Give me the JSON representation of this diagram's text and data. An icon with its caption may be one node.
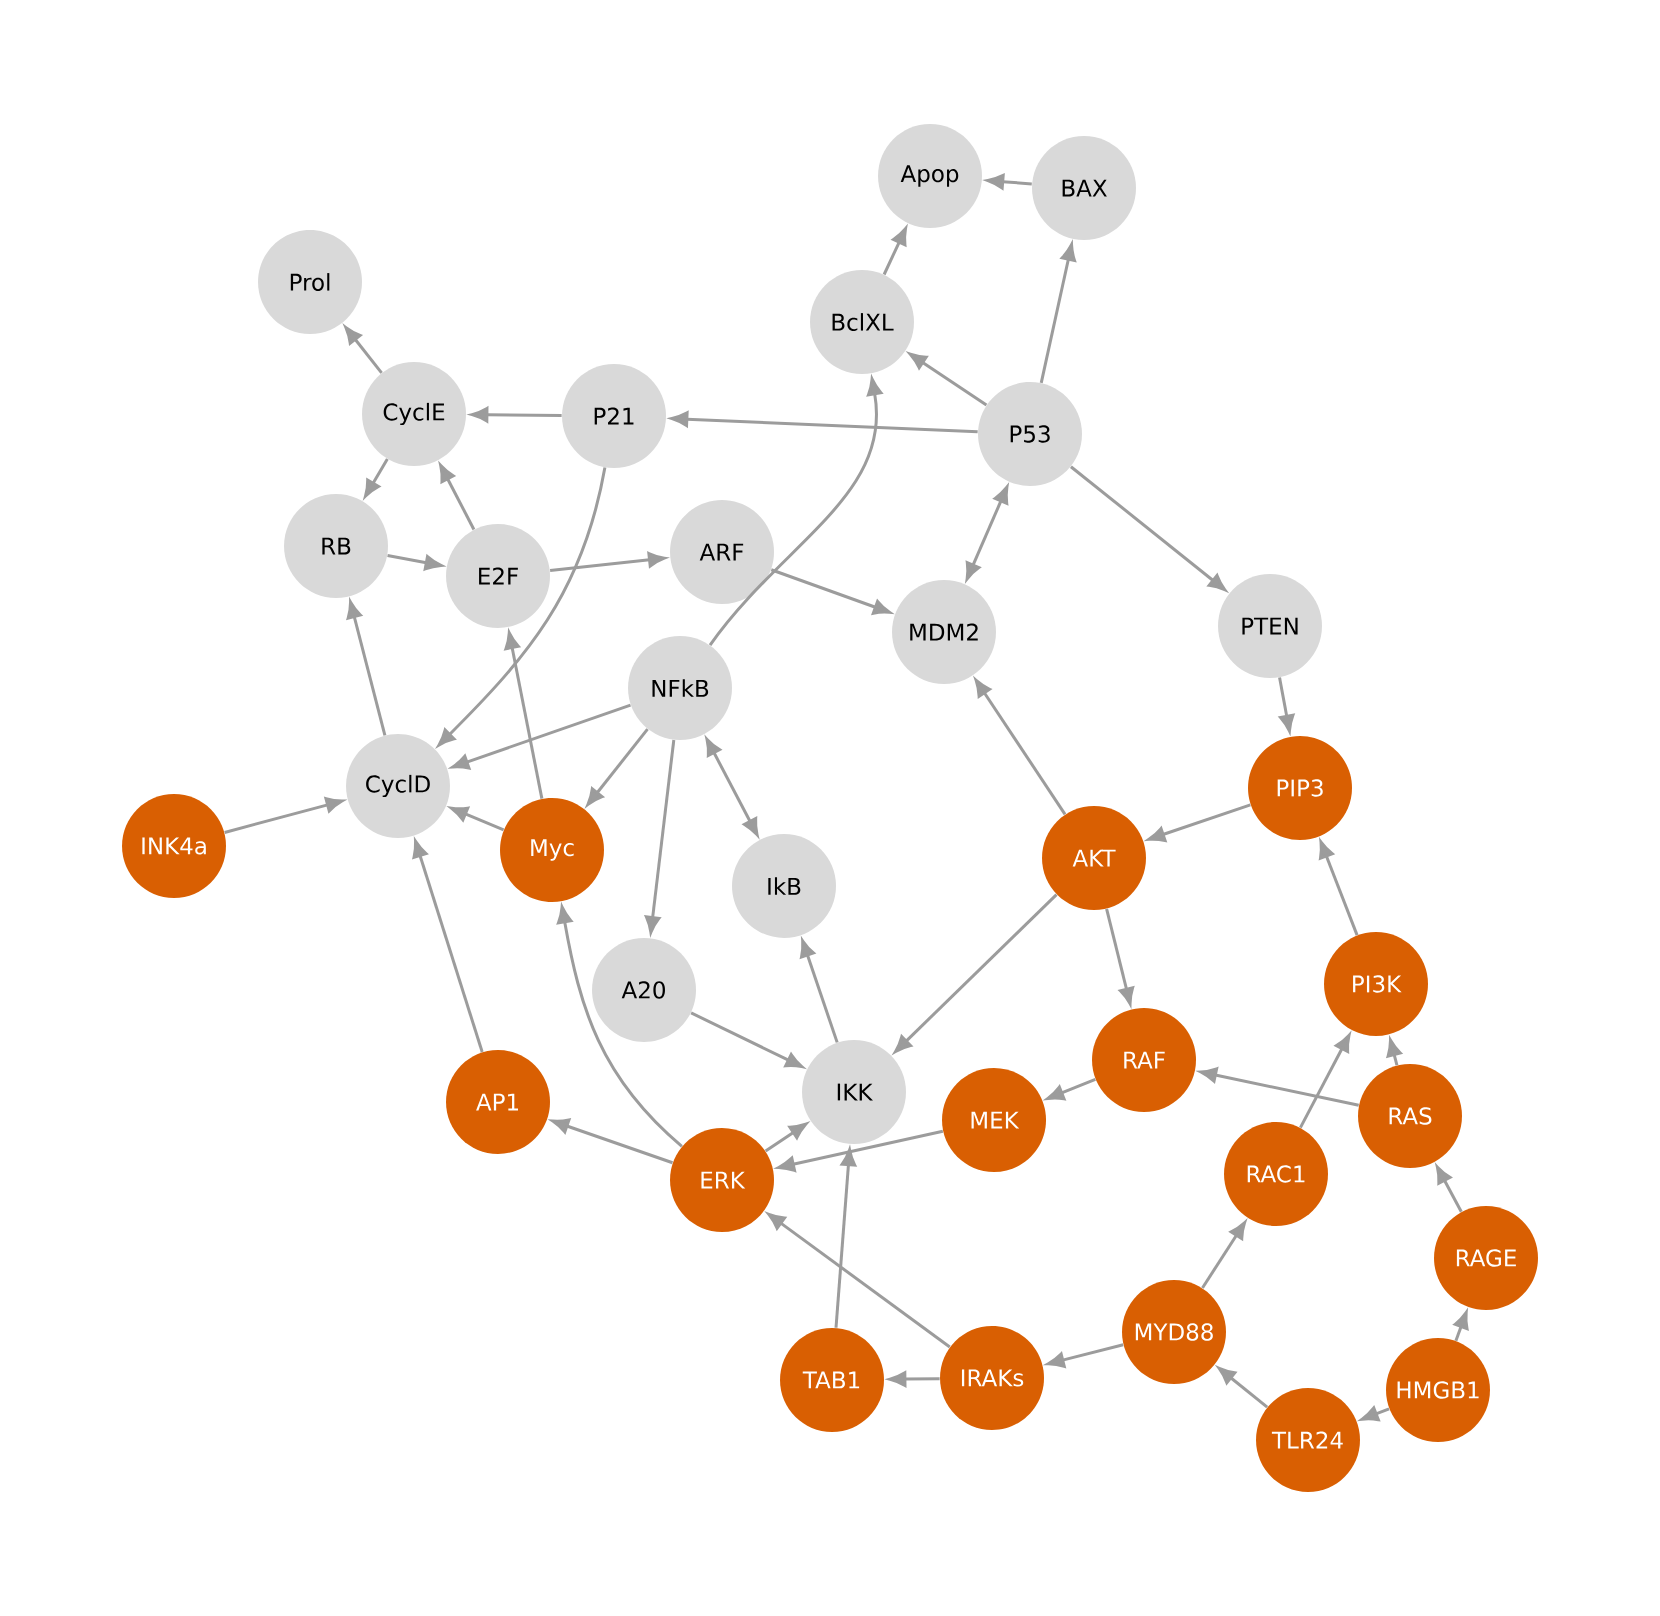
{
  "diagram": {
    "nodes": [
      {
        "text": [
          "Apop"
        ]
      },
      {
        "text": [
          "BAX"
        ]
      },
      {
        "text": [
          "Prol"
        ]
      },
      {
        "text": [
          "BclXL"
        ]
      },
      {
        "text": [
          "CyclE"
        ]
      },
      {
        "text": [
          "P21"
        ]
      },
      {
        "text": [
          "P53"
        ]
      },
      {
        "text": [
          "RB"
        ]
      },
      {
        "text": [
          "E2F"
        ]
      },
      {
        "text": [
          "ARF"
        ]
      },
      {
        "text": [
          "MDM2"
        ]
      },
      {
        "text": [
          "PTEN"
        ]
      },
      {
        "text": [
          "NFkB"
        ]
      },
      {
        "text": [
          "CyclD"
        ]
      },
      {
        "text": [
          "INK4a"
        ]
      },
      {
        "text": [
          "Myc"
        ]
      },
      {
        "text": [
          "PIP3"
        ]
      },
      {
        "text": [
          "AKT"
        ]
      },
      {
        "text": [
          "IkB"
        ]
      },
      {
        "text": [
          "PI3K"
        ]
      },
      {
        "text": [
          "A20"
        ]
      },
      {
        "text": [
          "RAF"
        ]
      },
      {
        "text": [
          "IKK"
        ]
      },
      {
        "text": [
          "MEK"
        ]
      },
      {
        "text": [
          "RAS"
        ]
      },
      {
        "text": [
          "AP1"
        ]
      },
      {
        "text": [
          "ERK"
        ]
      },
      {
        "text": [
          "RAC1"
        ]
      },
      {
        "text": [
          "RAGE"
        ]
      },
      {
        "text": [
          "MYD88"
        ]
      },
      {
        "text": [
          "TAB1"
        ]
      },
      {
        "text": [
          "IRAKs"
        ]
      },
      {
        "text": [
          "HMGB1"
        ]
      },
      {
        "text": [
          "TLR24"
        ]
      }
    ],
    "edges": [
      {
        "from": 1,
        "to": 0,
        "arrow": "to"
      },
      {
        "from": 3,
        "to": 0,
        "arrow": "to"
      },
      {
        "from": 6,
        "to": 1,
        "arrow": "to"
      },
      {
        "from": 6,
        "to": 3,
        "arrow": "to"
      },
      {
        "from": 6,
        "to": 5,
        "arrow": "to"
      },
      {
        "from": 6,
        "to": 11,
        "arrow": "to"
      },
      {
        "from": 10,
        "to": 6,
        "arrow": "both"
      },
      {
        "from": 4,
        "to": 2,
        "arrow": "to"
      },
      {
        "from": 5,
        "to": 4,
        "arrow": "to"
      },
      {
        "from": 4,
        "to": 7,
        "arrow": "to"
      },
      {
        "from": 8,
        "to": 4,
        "arrow": "to"
      },
      {
        "from": 7,
        "to": 8,
        "arrow": "to"
      },
      {
        "from": 8,
        "to": 9,
        "arrow": "to"
      },
      {
        "from": 9,
        "to": 10,
        "arrow": "to"
      },
      {
        "from": 5,
        "to": 13,
        "arrow": "to"
      },
      {
        "from": 12,
        "to": 3,
        "arrow": "to"
      },
      {
        "from": 13,
        "to": 7,
        "arrow": "to"
      },
      {
        "from": 15,
        "to": 8,
        "arrow": "to"
      },
      {
        "from": 12,
        "to": 13,
        "arrow": "to"
      },
      {
        "from": 12,
        "to": 15,
        "arrow": "to"
      },
      {
        "from": 12,
        "to": 20,
        "arrow": "to"
      },
      {
        "from": 12,
        "to": 18,
        "arrow": "both"
      },
      {
        "from": 14,
        "to": 13,
        "arrow": "to"
      },
      {
        "from": 15,
        "to": 13,
        "arrow": "to"
      },
      {
        "from": 25,
        "to": 13,
        "arrow": "to"
      },
      {
        "from": 26,
        "to": 15,
        "arrow": "to"
      },
      {
        "from": 26,
        "to": 25,
        "arrow": "to"
      },
      {
        "from": 26,
        "to": 22,
        "arrow": "to"
      },
      {
        "from": 23,
        "to": 26,
        "arrow": "to"
      },
      {
        "from": 20,
        "to": 22,
        "arrow": "to"
      },
      {
        "from": 22,
        "to": 18,
        "arrow": "to"
      },
      {
        "from": 17,
        "to": 22,
        "arrow": "to"
      },
      {
        "from": 17,
        "to": 10,
        "arrow": "to"
      },
      {
        "from": 16,
        "to": 17,
        "arrow": "to"
      },
      {
        "from": 11,
        "to": 16,
        "arrow": "to"
      },
      {
        "from": 17,
        "to": 21,
        "arrow": "to"
      },
      {
        "from": 21,
        "to": 23,
        "arrow": "to"
      },
      {
        "from": 24,
        "to": 21,
        "arrow": "to"
      },
      {
        "from": 24,
        "to": 19,
        "arrow": "to"
      },
      {
        "from": 19,
        "to": 16,
        "arrow": "to"
      },
      {
        "from": 27,
        "to": 19,
        "arrow": "to"
      },
      {
        "from": 29,
        "to": 27,
        "arrow": "to"
      },
      {
        "from": 29,
        "to": 31,
        "arrow": "to"
      },
      {
        "from": 31,
        "to": 30,
        "arrow": "to"
      },
      {
        "from": 31,
        "to": 26,
        "arrow": "to"
      },
      {
        "from": 30,
        "to": 22,
        "arrow": "to"
      },
      {
        "from": 33,
        "to": 29,
        "arrow": "to"
      },
      {
        "from": 32,
        "to": 33,
        "arrow": "to"
      },
      {
        "from": 32,
        "to": 28,
        "arrow": "to"
      },
      {
        "from": 28,
        "to": 24,
        "arrow": "to"
      }
    ]
  }
}
